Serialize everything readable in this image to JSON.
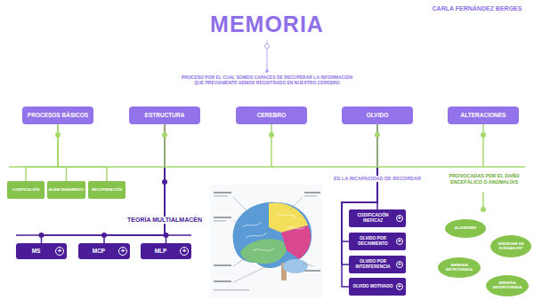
{
  "diagram": {
    "title": "MEMORIA",
    "nodes": [
      {
        "text": [
          "PROCESOS BÁSICOS"
        ]
      },
      {
        "text": [
          "ESTRUCTURA"
        ]
      },
      {
        "text": [
          "CEREBRO"
        ]
      },
      {
        "text": [
          "OLVIDO"
        ]
      },
      {
        "text": [
          "ALTERACIONES"
        ]
      },
      {
        "text": [
          "CODIFICACIÓN"
        ]
      },
      {
        "text": [
          "ALMACENAMIENTO"
        ]
      },
      {
        "text": [
          "RECUPERACIÓN"
        ]
      },
      {
        "text": [
          "MS",
          "+"
        ]
      },
      {
        "text": [
          "MCP",
          "+"
        ]
      },
      {
        "text": [
          "MLP",
          "+"
        ]
      },
      {
        "text": [
          "CODIFICACIÓN INEFICAZ",
          "+"
        ]
      },
      {
        "text": [
          "OLVIDO POR DECAIMIENTO",
          "+"
        ]
      },
      {
        "text": [
          "OLVIDO POR INTERFERENCIA",
          "+"
        ]
      },
      {
        "text": [
          "OLVIDO MOTIVADO",
          "+"
        ]
      },
      {
        "text": [
          "ALZHEIMER"
        ]
      },
      {
        "text": [
          "SÍNDROME DE KORSAKOFF"
        ]
      },
      {
        "text": [
          "AMNESIA RETRÓGRADA"
        ]
      },
      {
        "text": [
          "AMNESIA ANTERÓGRADA"
        ]
      }
    ],
    "edges": [
      {
        "from": 0,
        "to": 5,
        "arrow": "none"
      },
      {
        "from": 0,
        "to": 6,
        "arrow": "none"
      },
      {
        "from": 0,
        "to": 7,
        "arrow": "none"
      },
      {
        "from": 1,
        "to": 8,
        "arrow": "none"
      },
      {
        "from": 1,
        "to": 9,
        "arrow": "none"
      },
      {
        "from": 1,
        "to": 10,
        "arrow": "none"
      },
      {
        "from": 3,
        "to": 11,
        "arrow": "none"
      },
      {
        "from": 3,
        "to": 12,
        "arrow": "none"
      },
      {
        "from": 3,
        "to": 13,
        "arrow": "none"
      },
      {
        "from": 3,
        "to": 14,
        "arrow": "none"
      }
    ],
    "labels": [
      "CARLA FERNÁNDEZ BERGES",
      "PROCESO POR EL CUAL SOMOS CAPACES DE RECUPERAR LA INFORMACIÓN QUE PREVIAMENTE HEMOS REGISTRADO EN NUESTRO CEREBRO",
      "TEORÍA MULTIALMACÉN",
      "ES LA INCAPACIDAD DE RECORDAR",
      "PROVOCADAS POR EL DAÑO ENCEFÁLICO O ANOMALÍAS"
    ]
  }
}
